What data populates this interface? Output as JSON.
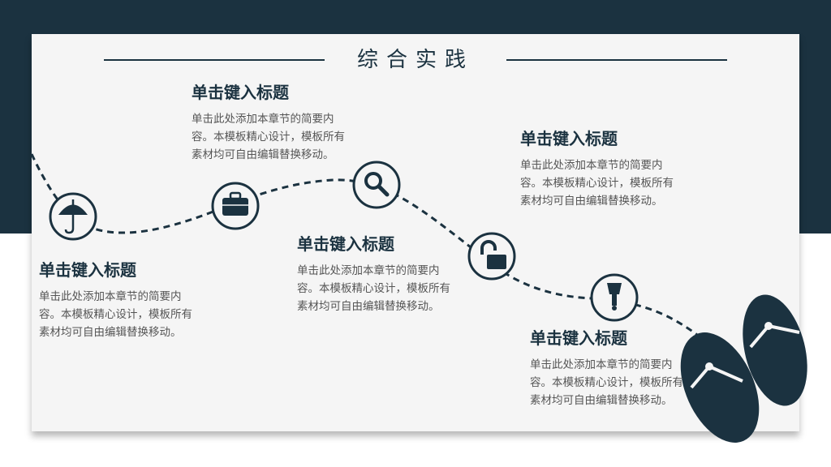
{
  "slide": {
    "title": "综合实践",
    "colors": {
      "primary": "#1b3240",
      "card": "#f5f5f5",
      "text": "#555555"
    }
  },
  "steps": [
    {
      "icon": "umbrella-icon",
      "heading": "单击键入标题",
      "body": "单击此处添加本章节的简要内容。本模板精心设计，模板所有素材均可自由编辑替换移动。"
    },
    {
      "icon": "briefcase-icon",
      "heading": "单击键入标题",
      "body": "单击此处添加本章节的简要内容。本模板精心设计，模板所有素材均可自由编辑替换移动。"
    },
    {
      "icon": "search-icon",
      "heading": "单击键入标题",
      "body": "单击此处添加本章节的简要内容。本模板精心设计，模板所有素材均可自由编辑替换移动。"
    },
    {
      "icon": "unlock-icon",
      "heading": "单击键入标题",
      "body": "单击此处添加本章节的简要内容。本模板精心设计，模板所有素材均可自由编辑替换移动。"
    },
    {
      "icon": "paintbrush-icon",
      "heading": "单击键入标题",
      "body": "单击此处添加本章节的简要内容。本模板精心设计，模板所有素材均可自由编辑替换移动。"
    }
  ],
  "decoration": {
    "icon": "flip-flops-icon"
  }
}
